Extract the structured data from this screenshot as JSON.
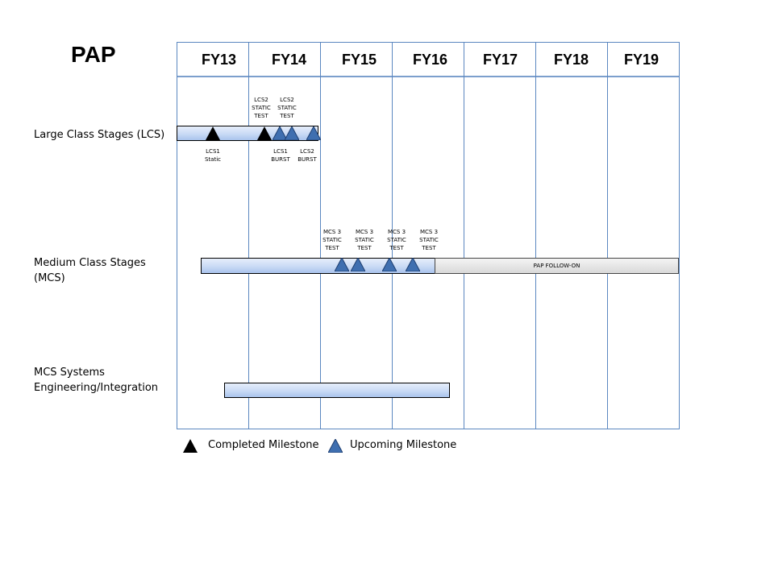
{
  "title": "PAP",
  "fiscal_years": [
    "FY13",
    "FY14",
    "FY15",
    "FY16",
    "FY17",
    "FY18",
    "FY19"
  ],
  "rows": [
    {
      "label": "Large Class Stages (LCS)"
    },
    {
      "label_line1": "Medium Class Stages",
      "label_line2": "(MCS)"
    },
    {
      "label_line1": "MCS Systems",
      "label_line2": "Engineering/Integration"
    }
  ],
  "followon_label": "PAP FOLLOW-ON",
  "milestones": {
    "lcs_above": [
      {
        "lines": [
          "LCS2",
          "STATIC",
          "TEST"
        ]
      },
      {
        "lines": [
          "LCS2",
          "STATIC",
          "TEST"
        ]
      }
    ],
    "lcs_below": [
      {
        "lines": [
          "LCS1",
          "Static"
        ]
      },
      {
        "lines": [
          "LCS1",
          "BURST"
        ]
      },
      {
        "lines": [
          "LCS2",
          "BURST"
        ]
      }
    ],
    "mcs_above": [
      {
        "lines": [
          "MCS 3",
          "STATIC",
          "TEST"
        ]
      },
      {
        "lines": [
          "MCS 3",
          "STATIC",
          "TEST"
        ]
      },
      {
        "lines": [
          "MCS 3",
          "STATIC",
          "TEST"
        ]
      },
      {
        "lines": [
          "MCS 3",
          "STATIC",
          "TEST"
        ]
      }
    ]
  },
  "legend": {
    "completed": "Completed Milestone",
    "upcoming": "Upcoming Milestone"
  },
  "colors": {
    "grid": "#5b87c0",
    "upcoming_fill": "#3f6fb0",
    "completed_fill": "#000000",
    "bar_fill": "#c9daf5"
  }
}
